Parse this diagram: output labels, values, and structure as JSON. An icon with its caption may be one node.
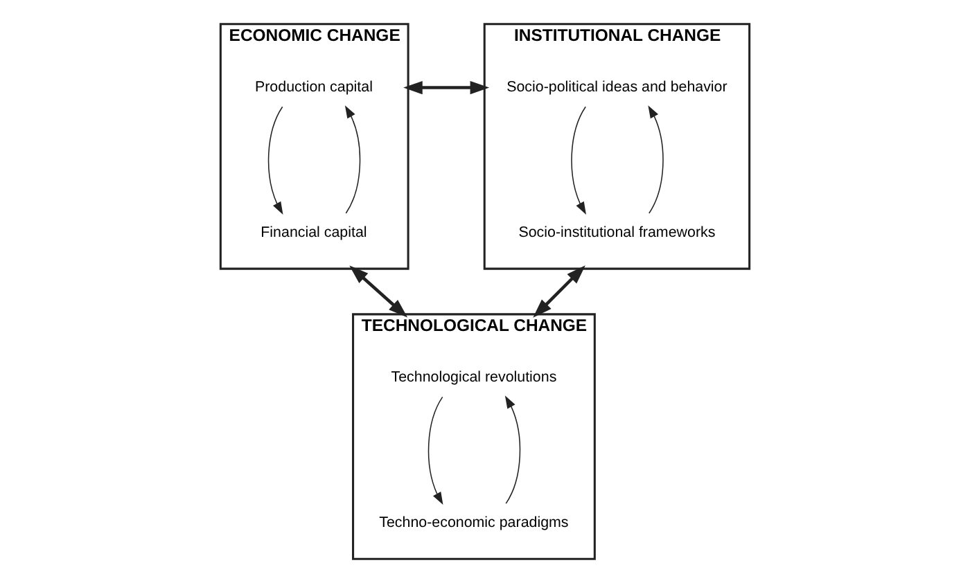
{
  "diagram": {
    "nodes": [
      {
        "text": [
          "ECONOMIC CHANGE"
        ]
      },
      {
        "text": [
          "Production capital"
        ],
        "in": 0
      },
      {
        "text": [
          "Financial capital"
        ],
        "in": 0
      },
      {
        "text": [
          "INSTITUTIONAL CHANGE"
        ]
      },
      {
        "text": [
          "Socio-political ideas and behavior"
        ],
        "in": 3
      },
      {
        "text": [
          "Socio-institutional frameworks"
        ],
        "in": 3
      },
      {
        "text": [
          "TECHNOLOGICAL CHANGE"
        ]
      },
      {
        "text": [
          "Technological revolutions"
        ],
        "in": 6
      },
      {
        "text": [
          "Techno-economic paradigms"
        ],
        "in": 6
      }
    ],
    "edges": [
      {
        "from": 0,
        "to": 3,
        "arrow": "both",
        "style": "thick"
      },
      {
        "from": 0,
        "to": 6,
        "arrow": "both",
        "style": "thick"
      },
      {
        "from": 3,
        "to": 6,
        "arrow": "both",
        "style": "thick"
      },
      {
        "from": 1,
        "to": 2,
        "arrow": "to"
      },
      {
        "from": 2,
        "to": 1,
        "arrow": "to"
      },
      {
        "from": 4,
        "to": 5,
        "arrow": "to"
      },
      {
        "from": 5,
        "to": 4,
        "arrow": "to"
      },
      {
        "from": 7,
        "to": 8,
        "arrow": "to"
      },
      {
        "from": 8,
        "to": 7,
        "arrow": "to"
      }
    ]
  }
}
